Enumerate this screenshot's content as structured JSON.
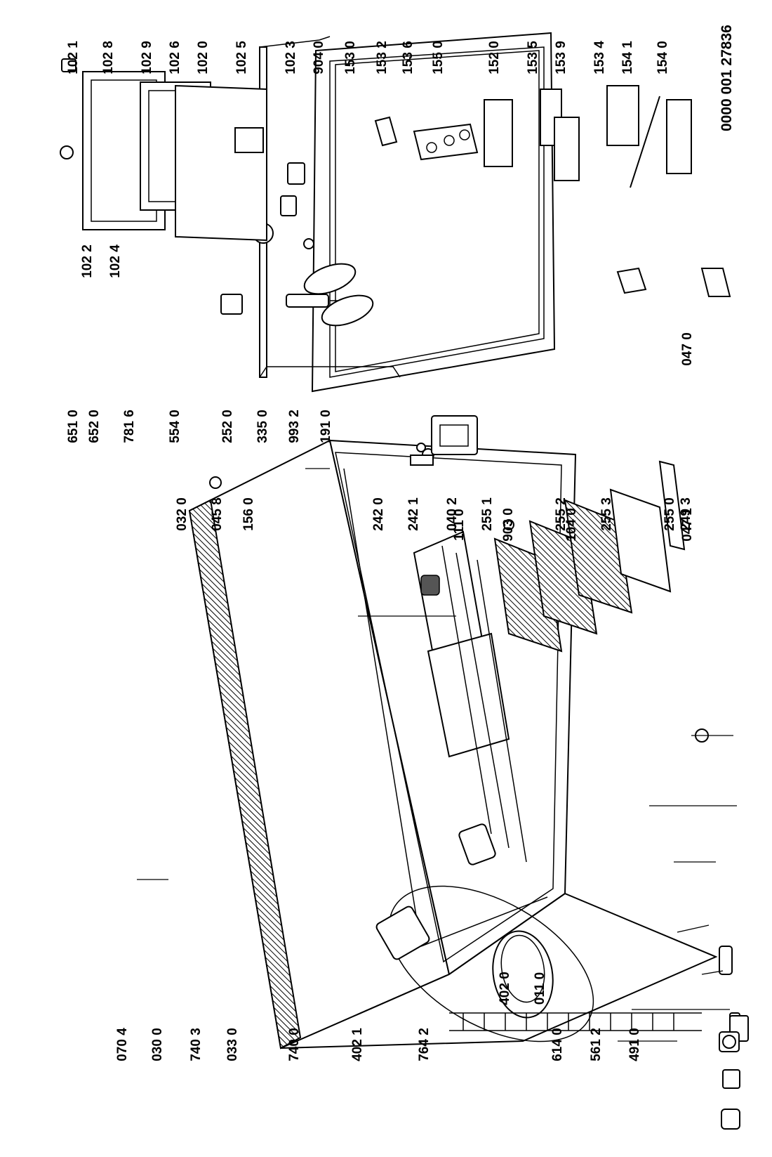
{
  "document_id": "0000 001 27836",
  "labels": [
    "070 4",
    "030 0",
    "740 3",
    "033 0",
    "740 0",
    "402 1",
    "764 2",
    "614 0",
    "561 2",
    "491 0",
    "402 0",
    "011 0",
    "032 0",
    "045 8",
    "156 0",
    "242 0",
    "242 1",
    "040 2",
    "255 1",
    "255 2",
    "255 3",
    "255 0",
    "249 3",
    "651 0",
    "652 0",
    "781 6",
    "554 0",
    "252 0",
    "335 0",
    "993 2",
    "191 0",
    "111 0",
    "903 0",
    "104 0",
    "047 1",
    "047 0",
    "102 2",
    "102 4",
    "102 1",
    "102 8",
    "102 9",
    "102 6",
    "102 0",
    "102 5",
    "102 3",
    "904 0",
    "153 0",
    "153 2",
    "153 6",
    "155 0",
    "152 0",
    "153 5",
    "153 9",
    "153 4",
    "154 1",
    "154 0"
  ]
}
